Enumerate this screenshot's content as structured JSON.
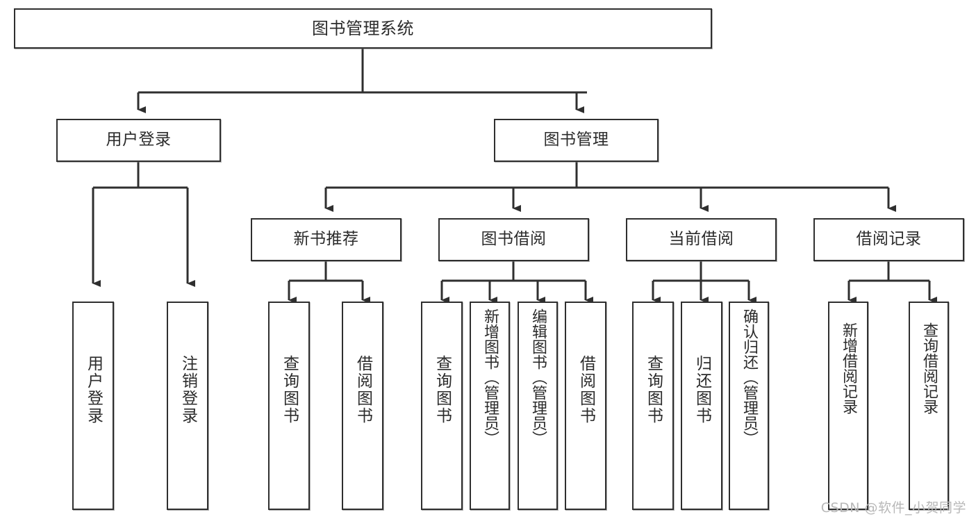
{
  "diagram": {
    "title": "图书管理系统",
    "type": "hierarchy-tree",
    "root": {
      "id": "root",
      "label": "图书管理系统",
      "orientation": "horizontal"
    },
    "level2": [
      {
        "id": "user-login",
        "label": "用户登录",
        "orientation": "horizontal"
      },
      {
        "id": "book-management",
        "label": "图书管理",
        "orientation": "horizontal"
      }
    ],
    "level3": [
      {
        "id": "new-book-recommend",
        "label": "新书推荐",
        "orientation": "horizontal",
        "parent": "book-management"
      },
      {
        "id": "book-borrow",
        "label": "图书借阅",
        "orientation": "horizontal",
        "parent": "book-management"
      },
      {
        "id": "current-borrow",
        "label": "当前借阅",
        "orientation": "horizontal",
        "parent": "book-management"
      },
      {
        "id": "borrow-record",
        "label": "借阅记录",
        "orientation": "horizontal",
        "parent": "book-management"
      }
    ],
    "leaves": [
      {
        "id": "leaf-user-login",
        "label": "用户登录",
        "orientation": "vertical",
        "parent": "user-login"
      },
      {
        "id": "leaf-logout-login",
        "label": "注销登录",
        "orientation": "vertical",
        "parent": "user-login"
      },
      {
        "id": "leaf-query-book-1",
        "label": "查询图书",
        "orientation": "vertical",
        "parent": "new-book-recommend"
      },
      {
        "id": "leaf-borrow-book-1",
        "label": "借阅图书",
        "orientation": "vertical",
        "parent": "new-book-recommend"
      },
      {
        "id": "leaf-query-book-2",
        "label": "查询图书",
        "orientation": "vertical",
        "parent": "book-borrow"
      },
      {
        "id": "leaf-add-book",
        "label": "新增图书（管理员）",
        "orientation": "vertical",
        "parent": "book-borrow"
      },
      {
        "id": "leaf-edit-book",
        "label": "编辑图书（管理员）",
        "orientation": "vertical",
        "parent": "book-borrow"
      },
      {
        "id": "leaf-borrow-book-2",
        "label": "借阅图书",
        "orientation": "vertical",
        "parent": "book-borrow"
      },
      {
        "id": "leaf-query-book-3",
        "label": "查询图书",
        "orientation": "vertical",
        "parent": "current-borrow"
      },
      {
        "id": "leaf-return-book",
        "label": "归还图书",
        "orientation": "vertical",
        "parent": "current-borrow"
      },
      {
        "id": "leaf-confirm-return",
        "label": "确认归还（管理员）",
        "orientation": "vertical",
        "parent": "current-borrow"
      },
      {
        "id": "leaf-add-record",
        "label": "新增借阅记录",
        "orientation": "vertical",
        "parent": "borrow-record"
      },
      {
        "id": "leaf-query-record",
        "label": "查询借阅记录",
        "orientation": "vertical",
        "parent": "borrow-record"
      }
    ]
  },
  "watermark": {
    "text": "CSDN @软件_小贺同学"
  },
  "colors": {
    "stroke": "#2f2f2f",
    "text": "#2b2b2b",
    "background": "#ffffff",
    "watermark": "#b8b8b8"
  }
}
